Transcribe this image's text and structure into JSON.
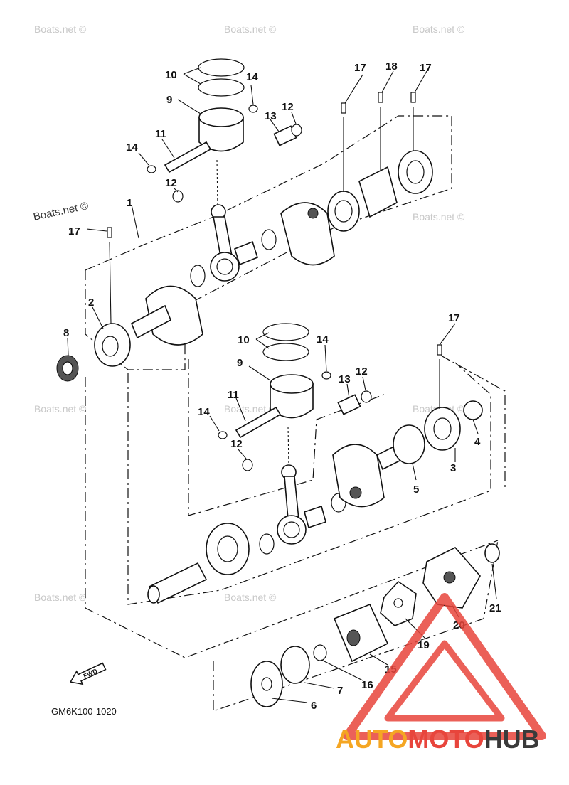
{
  "diagram_code": "GM6K100-1020",
  "fwd_label": "FWD",
  "watermark_text": "Boats.net ©",
  "brand": {
    "part1": "AUTO",
    "part2": "MOTO",
    "part3": "HUB",
    "color_light": "#f5a623",
    "color_red": "#e8453c",
    "color_dark": "#3a3a3a"
  },
  "callouts": {
    "c1": "1",
    "c2": "2",
    "c3": "3",
    "c4": "4",
    "c5": "5",
    "c6": "6",
    "c7": "7",
    "c8": "8",
    "c9a": "9",
    "c9b": "9",
    "c10a": "10",
    "c10b": "10",
    "c11a": "11",
    "c11b": "11",
    "c12a": "12",
    "c12b": "12",
    "c12c": "12",
    "c12d": "12",
    "c13a": "13",
    "c13b": "13",
    "c14a": "14",
    "c14b": "14",
    "c14c": "14",
    "c14d": "14",
    "c15": "15",
    "c16": "16",
    "c17a": "17",
    "c17b": "17",
    "c17c": "17",
    "c17d": "17",
    "c18": "18",
    "c19": "19",
    "c20": "20",
    "c21": "21"
  }
}
